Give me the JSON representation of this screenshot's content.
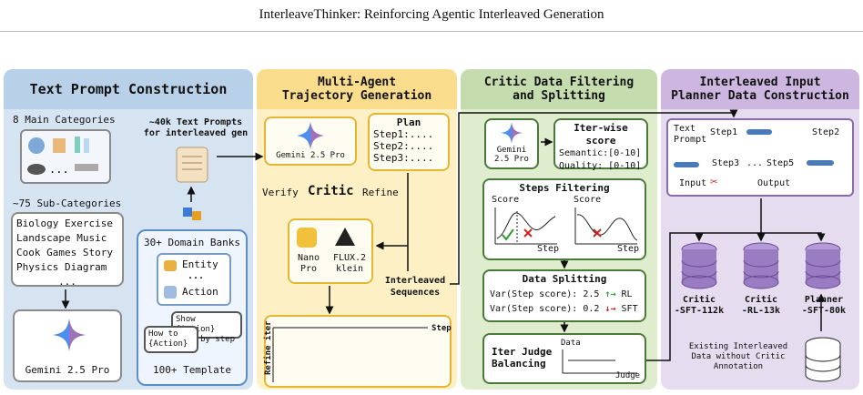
{
  "header": {
    "title": "InterleaveThinker: Reinforcing Agentic Interleaved Generation"
  },
  "panel1": {
    "title": "Text Prompt Construction",
    "main_categories": "8 Main Categories",
    "sub_categories": "~75 Sub-Categories",
    "subcat_lines": [
      "Biology Exercise",
      "Landscape Music",
      "Cook Games Story",
      "Physics Diagram",
      "..."
    ],
    "gemini_label": "Gemini 2.5 Pro",
    "text_prompts": "~40k Text Prompts",
    "text_prompts_sub": "for interleaved gen",
    "domain_banks": "30+ Domain Banks",
    "entity": "Entity",
    "ellipsis": "...",
    "action": "Action",
    "template_1": "Show {Action} step by step",
    "template_2": "How to {Action}",
    "template_count": "100+ Template"
  },
  "panel2": {
    "title_line1": "Multi-Agent",
    "title_line2": "Trajectory Generation",
    "gemini_label": "Gemini 2.5 Pro",
    "plan_title": "Plan",
    "plan_steps": [
      "Step1:....",
      "Step2:....",
      "Step3:...."
    ],
    "verify": "Verify",
    "critic": "Critic",
    "refine": "Refine",
    "nano_line1": "Nano",
    "nano_line2": "Pro",
    "flux_line1": "FLUX.2",
    "flux_line2": "klein",
    "interleaved_line1": "Interleaved",
    "interleaved_line2": "Sequences",
    "axis_step": "Step",
    "axis_refine": "Refine iter"
  },
  "panel3": {
    "title_line1": "Critic Data Filtering",
    "title_line2": "and Splitting",
    "gemini_line1": "Gemini",
    "gemini_line2": "2.5 Pro",
    "iter_score_title": "Iter-wise score",
    "semantic": "Semantic:[0-10]",
    "quality": "Quality: [0-10]",
    "steps_filtering": "Steps Filtering",
    "score": "Score",
    "step": "Step",
    "data_splitting": "Data Splitting",
    "split_rl": "Var(Step score): 2.5",
    "rl": "RL",
    "split_sft": "Var(Step score): 0.2",
    "sft": "SFT",
    "iter_judge_line1": "Iter Judge",
    "iter_judge_line2": "Balancing",
    "axis_data": "Data",
    "axis_judge": "Judge"
  },
  "panel4": {
    "title_line1": "Interleaved Input",
    "title_line2": "Planner Data Construction",
    "text_prompt_line1": "Text",
    "text_prompt_line2": "Prompt",
    "step1": "Step1",
    "step2": "Step2",
    "step3": "Step3",
    "dots": "...",
    "step5": "Step5",
    "input": "Input",
    "output": "Output",
    "db1_line1": "Critic",
    "db1_line2": "-SFT-112k",
    "db2_line1": "Critic",
    "db2_line2": "-RL-13k",
    "db3_line1": "Planner",
    "db3_line2": "-SFT-80k",
    "existing_line1": "Existing Interleaved",
    "existing_line2": "Data without Critic",
    "existing_line3": "Annotation"
  },
  "colors": {
    "panel1_bg": "#d6e4f2",
    "panel1_title": "#b8d0e8",
    "panel2_bg": "#fdf0c4",
    "panel2_title": "#f9dc8c",
    "panel3_bg": "#dfeccd",
    "panel3_title": "#c5dcae",
    "panel4_bg": "#e6dcef",
    "panel4_title": "#cdb7e0",
    "db_purple": "#9a7cc2",
    "green_arrow": "#2a9a2a",
    "red_arrow": "#d02020"
  }
}
